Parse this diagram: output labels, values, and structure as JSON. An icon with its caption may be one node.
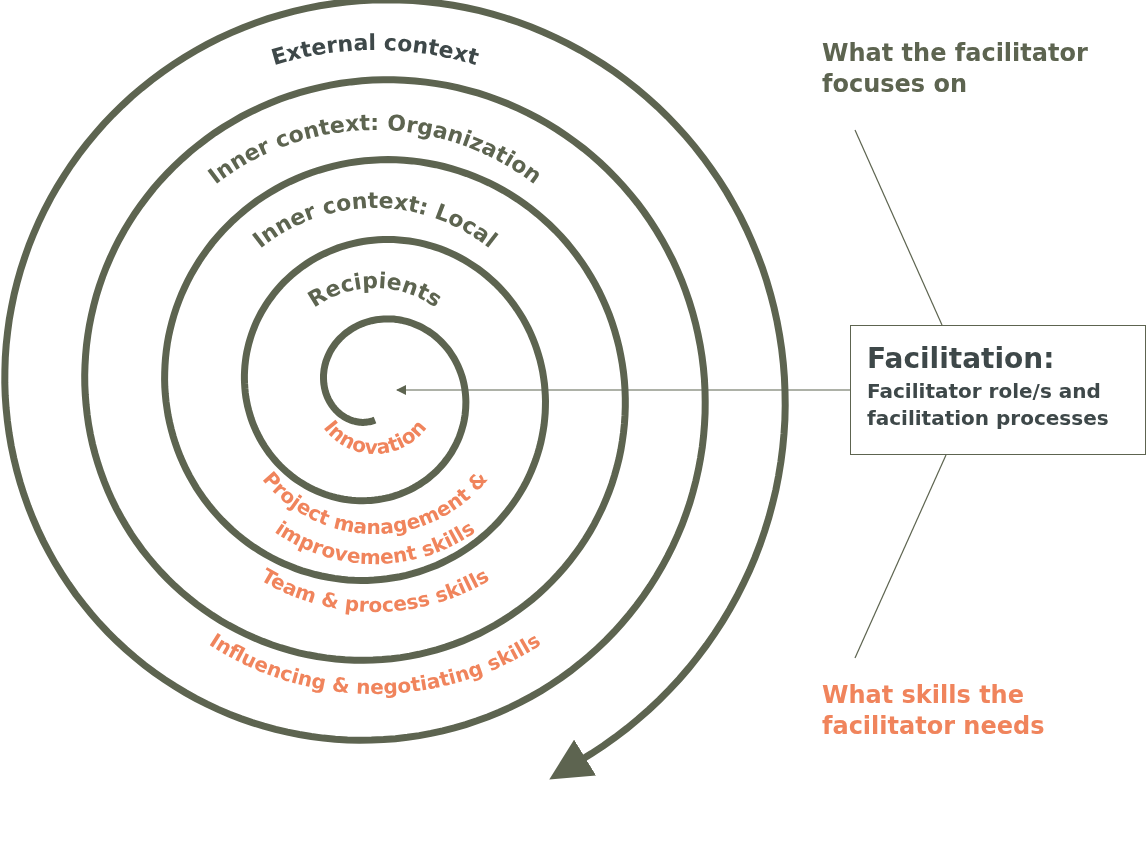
{
  "diagram": {
    "nodes": [
      {
        "text": [
          "What the facilitator focuses on"
        ]
      },
      {
        "text": [
          "Facilitation:",
          "Facilitator role/s and facilitation processes"
        ]
      },
      {
        "text": [
          "What skills the facilitator needs"
        ]
      }
    ],
    "edges": [
      {
        "from": 0,
        "to": 1,
        "arrow": "none"
      },
      {
        "from": 2,
        "to": 1,
        "arrow": "none"
      },
      {
        "from": 1,
        "to": null,
        "arrow": "to"
      }
    ],
    "labels": [
      "External context",
      "Inner context: Organization",
      "Inner context: Local",
      "Recipients",
      "Innovation",
      "Project management & improvement skills",
      "Team & process skills",
      "Influencing & negotiating skills"
    ]
  }
}
